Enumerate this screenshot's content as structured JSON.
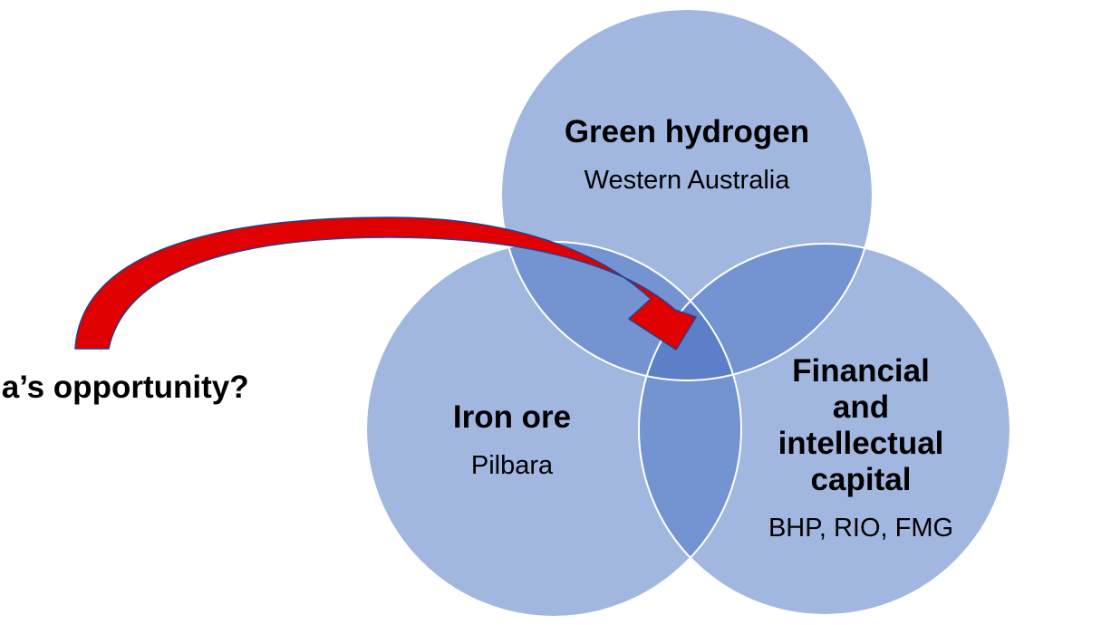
{
  "colors": {
    "circle_fill": "#a1b7e0",
    "circle_stroke": "#ffffff",
    "overlap_fill": "#7394d1",
    "center_fill": "#5b80c8",
    "arrow_fill": "#e00000",
    "arrow_stroke": "#2b3f8a",
    "text": "#000000"
  },
  "circles": {
    "hydrogen": {
      "title": "Green hydrogen",
      "subtitle": "Western Australia"
    },
    "iron": {
      "title": "Iron ore",
      "subtitle": "Pilbara"
    },
    "capital": {
      "title_lines": [
        "Financial",
        "and",
        "intellectual",
        "capital"
      ],
      "subtitle": "BHP, RIO, FMG"
    }
  },
  "question_text": "ia’s opportunity?",
  "icons": {
    "arrow": "curved-arrow-icon"
  }
}
